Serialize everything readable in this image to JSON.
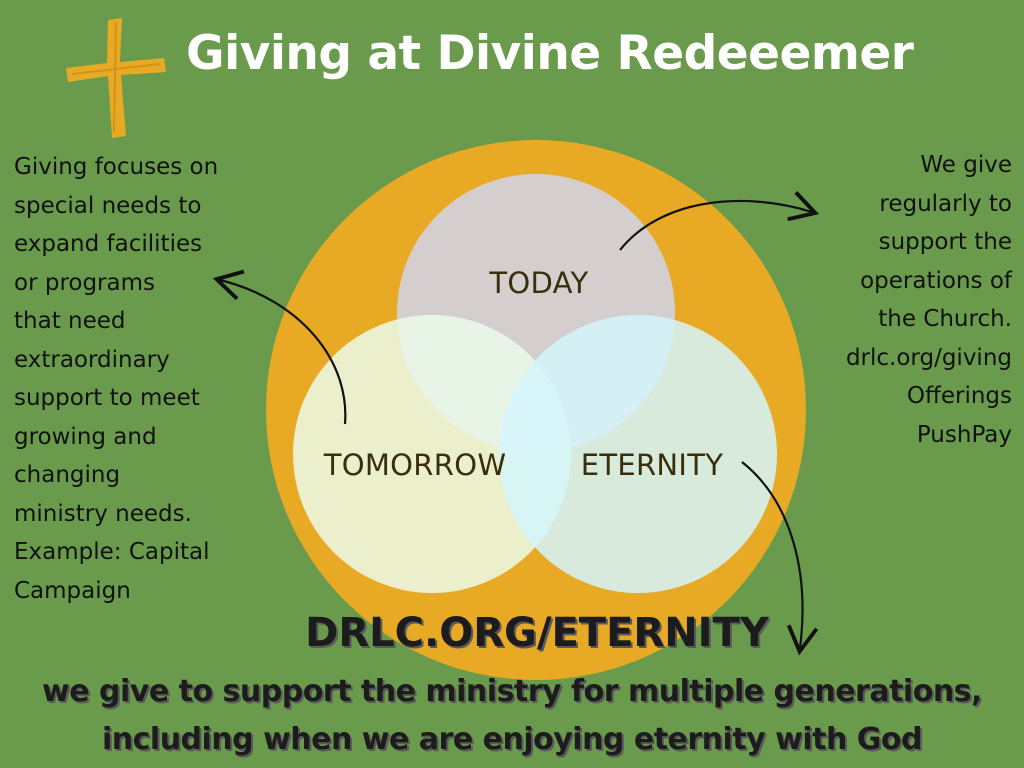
{
  "title": "Giving at Divine Redeeemer",
  "colors": {
    "background": "#6a9a4b",
    "outer_circle": "#e8aa24",
    "today_circle": "#d3d1d8",
    "tomorrow_circle": "#ebfbea",
    "eternity_circle": "#d5f6fb",
    "cross": "#e8aa24"
  },
  "icons": {
    "cross": "cross-icon"
  },
  "circles": {
    "today": "TODAY",
    "tomorrow": "TOMORROW",
    "eternity": "ETERNITY"
  },
  "left_text": {
    "lines": [
      "Giving focuses on",
      "special needs to",
      "expand facilities",
      "or programs",
      "that need",
      "extraordinary",
      "support to meet",
      "growing and",
      "changing",
      "ministry needs.",
      "Example: Capital",
      "Campaign"
    ]
  },
  "right_text": {
    "lines": [
      "We give",
      "regularly to",
      "support the",
      "operations of",
      "the Church.",
      "drlc.org/giving",
      "Offerings",
      "PushPay"
    ]
  },
  "eternity_url": "DRLC.ORG/ETERNITY",
  "bottom_lines": [
    "we give to support the ministry for multiple generations,",
    "including when we are enjoying eternity with God"
  ]
}
